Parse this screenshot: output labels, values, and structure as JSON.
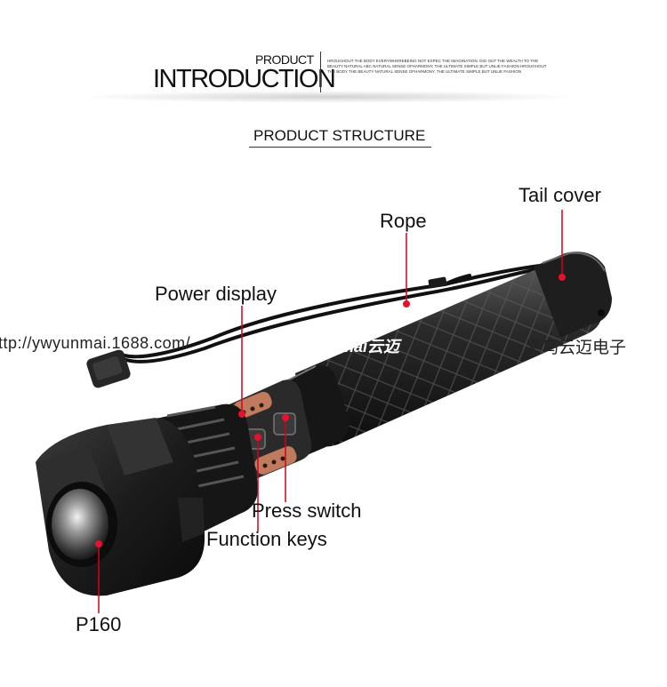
{
  "header": {
    "small_title": "PRODUCT",
    "big_title": "INTRODUCTION",
    "tagline": "HROUGHOUT THE BODY EVERYWHEREBEING NOT EXPEC THE IMAGINATION. DIG OUT THE WEALTH TO THE BEAUTY NATURAL ABC NATURAL SENSE OFHARMONY, THE ULTIMATE SIMPLE BUT UNLIE FASHION HROUGHOUT THE BODY THE BEAUTY NATURAL SENSE OFHARMONY, THE ULTIMATE SIMPLE BUT UNLIE FASHION"
  },
  "section_title": "PRODUCT STRUCTURE",
  "callouts": {
    "tail_cover": "Tail cover",
    "rope": "Rope",
    "power_display": "Power display",
    "press_switch": "Press switch",
    "function_keys": "Function keys",
    "model": "P160"
  },
  "watermark": {
    "url": "ttp://ywyunmai.1688.com/",
    "brand": "yunmai云迈",
    "company": "义乌云迈电子"
  },
  "colors": {
    "callout_line": "#d0021b",
    "callout_dot": "#e8112d",
    "body": "#1a1a1a"
  }
}
